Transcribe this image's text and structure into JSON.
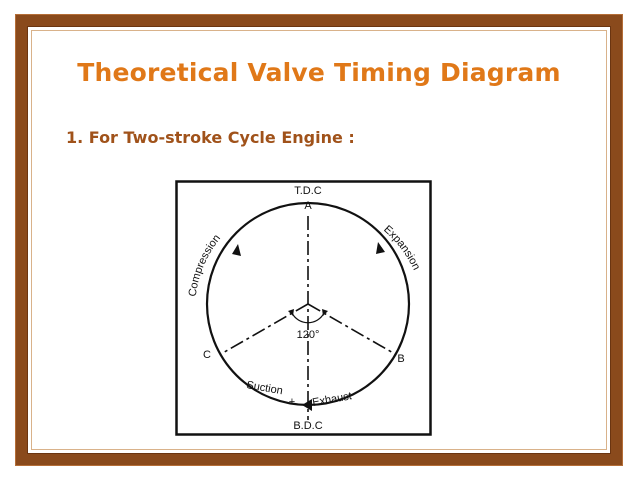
{
  "slide": {
    "title": "Theoretical Valve Timing Diagram",
    "subtitle": "1. For Two-stroke Cycle Engine :"
  },
  "diagram": {
    "labels": {
      "tdc": "T.D.C",
      "point_a": "A",
      "point_b": "B",
      "point_c": "C",
      "angle": "120°",
      "compression": "Compression",
      "expansion": "Expansion",
      "suction": "Suction",
      "plus": "+",
      "exhaust": "Exhaust",
      "bdc": "B.D.C"
    }
  },
  "colors": {
    "title": "#e07818",
    "subtitle": "#a0521a",
    "frame": "#8a4a1c"
  }
}
